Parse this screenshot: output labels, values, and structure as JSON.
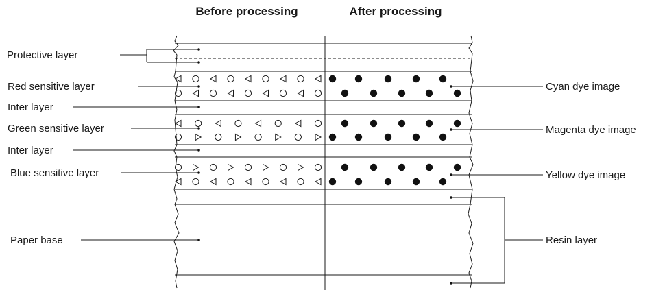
{
  "headers": {
    "before": "Before processing",
    "after": "After processing"
  },
  "left_labels": {
    "protective": "Protective layer",
    "red": "Red sensitive layer",
    "inter1": "Inter layer",
    "green": "Green sensitive layer",
    "inter2": "Inter layer",
    "blue": "Blue sensitive layer",
    "paper": "Paper base"
  },
  "right_labels": {
    "cyan": "Cyan dye image",
    "magenta": "Magenta dye image",
    "yellow": "Yellow dye image",
    "resin": "Resin layer"
  },
  "symbol_rows": {
    "red": [
      "tri-l O tri-l O tri-l O tri-l O tri-l",
      "O tri-l O tri-l O tri-l O tri-l O"
    ],
    "green": [
      "tri-l O tri-l O tri-l O tri-l O",
      "O tri-r O tri-r O tri-r O tri-r"
    ],
    "blue": [
      "O tri-r O tri-r O tri-r O tri-r O",
      "tri-l O tri-l O tri-l O tri-l O tri-l"
    ]
  }
}
